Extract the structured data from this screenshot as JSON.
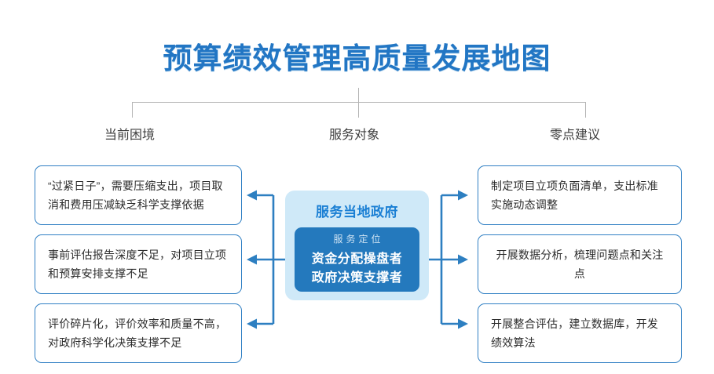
{
  "title": "预算绩效管理高质量发展地图",
  "sections": {
    "left_label": "当前困境",
    "center_label": "服务对象",
    "right_label": "零点建议"
  },
  "left_cards": [
    {
      "text": "“过紧日子”，需要压缩支出，项目取消和费用压减缺乏科学支撑依据"
    },
    {
      "text": "事前评估报告深度不足，对项目立项和预算安排支撑不足"
    },
    {
      "text": "评价碎片化，评价效率和质量不高，对政府科学化决策支撑不足"
    }
  ],
  "center": {
    "heading": "服务当地政府",
    "eyebrow": "服务定位",
    "role_line_1": "资金分配操盘者",
    "role_line_2": "政府决策支撑者"
  },
  "right_cards": [
    {
      "text": "制定项目立项负面清单，支出标准实施动态调整"
    },
    {
      "text": "开展数据分析，梳理问题点和关注点"
    },
    {
      "text": "开展整合评估，建立数据库，开发绩效算法"
    }
  ],
  "colors": {
    "title_blue": "#2276c4",
    "card_border_blue": "#3180c4",
    "panel_light_blue": "#cfe9f8",
    "panel_inner_blue": "#2479bd",
    "arrow_blue": "#2d7fc1",
    "bracket_gray": "#b5b5b5"
  }
}
